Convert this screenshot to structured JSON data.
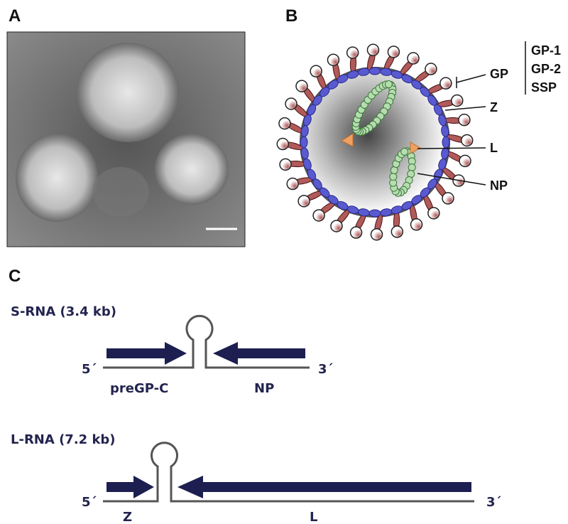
{
  "panels": {
    "a": {
      "label": "A"
    },
    "b": {
      "label": "B",
      "labels": {
        "gp": "GP",
        "z": "Z",
        "l": "L",
        "np": "NP"
      },
      "gp_components": [
        "GP-1",
        "GP-2",
        "SSP"
      ]
    },
    "c": {
      "label": "C",
      "s_rna": {
        "title": "S-RNA (3.4 kb)",
        "five": "5´",
        "three": "3´",
        "genes": [
          "preGP-C",
          "NP"
        ]
      },
      "l_rna": {
        "title": "L-RNA (7.2 kb)",
        "five": "5´",
        "three": "3´",
        "genes": [
          "Z",
          "L"
        ]
      }
    }
  },
  "colors": {
    "arrow": "#1c1f4f",
    "membrane": "#5a5ad0",
    "np": "#b7dcb0",
    "spike": "#b05a5a",
    "l_protein": "#f0a060"
  }
}
